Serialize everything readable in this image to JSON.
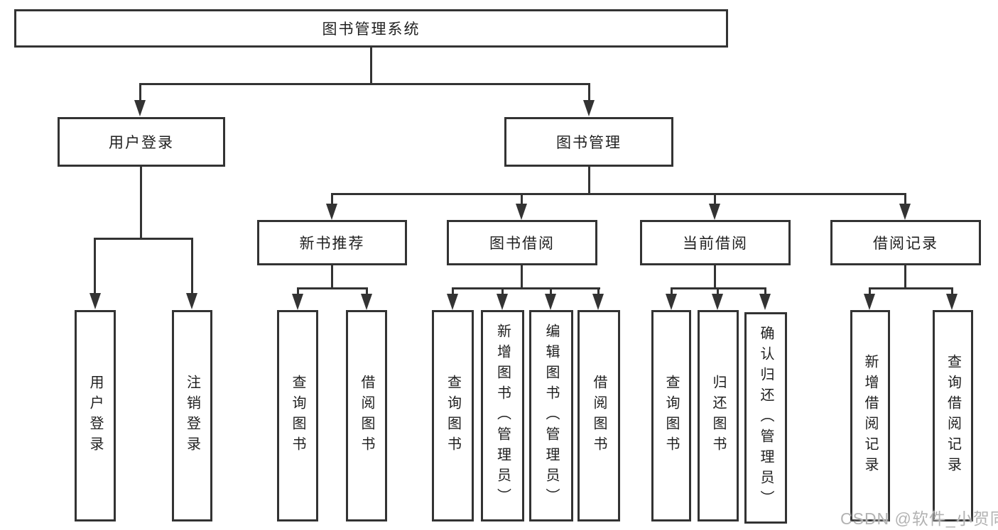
{
  "diagram_title": "图书管理系统",
  "nodes": {
    "root": "图书管理系统",
    "user_login": "用户登录",
    "book_mgmt": "图书管理",
    "new_book_rec": "新书推荐",
    "book_borrow": "图书借阅",
    "current_borrow": "当前借阅",
    "borrow_record": "借阅记录",
    "login": "用户登录",
    "logout": "注销登录",
    "rec_query_book": "查询图书",
    "rec_borrow_book": "借阅图书",
    "bb_query_book": "查询图书",
    "bb_add_book": "新增图书（管理员）",
    "bb_edit_book": "编辑图书（管理员）",
    "bb_borrow_book": "借阅图书",
    "cb_query_book": "查询图书",
    "cb_return_book": "归还图书",
    "cb_confirm_return": "确认归还（管理员）",
    "br_add_record": "新增借阅记录",
    "br_query_record": "查询借阅记录"
  },
  "watermark": {
    "text": "CSDN @软件_小贺同学"
  },
  "colors": {
    "line": "#333333",
    "box_border": "#333333",
    "text": "#1f1f1f",
    "watermark": "#b3b3b3",
    "background": "#ffffff"
  }
}
